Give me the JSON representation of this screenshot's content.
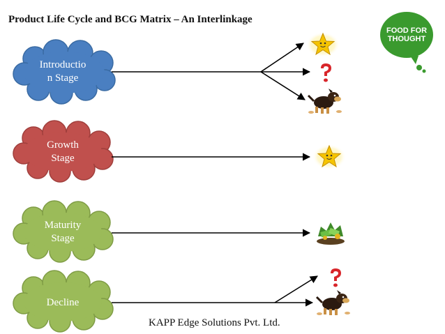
{
  "title": "Product Life Cycle and BCG Matrix – An Interlinkage",
  "footer": "KAPP Edge Solutions Pvt. Ltd.",
  "badge": {
    "text": "FOOD FOR\nTHOUGHT",
    "color": "#3a9a2e"
  },
  "stages": [
    {
      "label": "Introductio\nn Stage",
      "color": "#4a7fc1",
      "text_color": "#ffffff",
      "outcomes": [
        "star-icon",
        "question-mark-icon",
        "dog-icon"
      ]
    },
    {
      "label": "Growth\nStage",
      "color": "#c0504d",
      "text_color": "#ffffff",
      "outcomes": [
        "star-icon"
      ]
    },
    {
      "label": "Maturity\nStage",
      "color": "#9bbb59",
      "text_color": "#ffffff",
      "outcomes": [
        "cash-cow-icon"
      ]
    },
    {
      "label": "Decline",
      "color": "#9bbb59",
      "text_color": "#ffffff",
      "outcomes": [
        "question-mark-icon",
        "dog-icon"
      ]
    }
  ]
}
